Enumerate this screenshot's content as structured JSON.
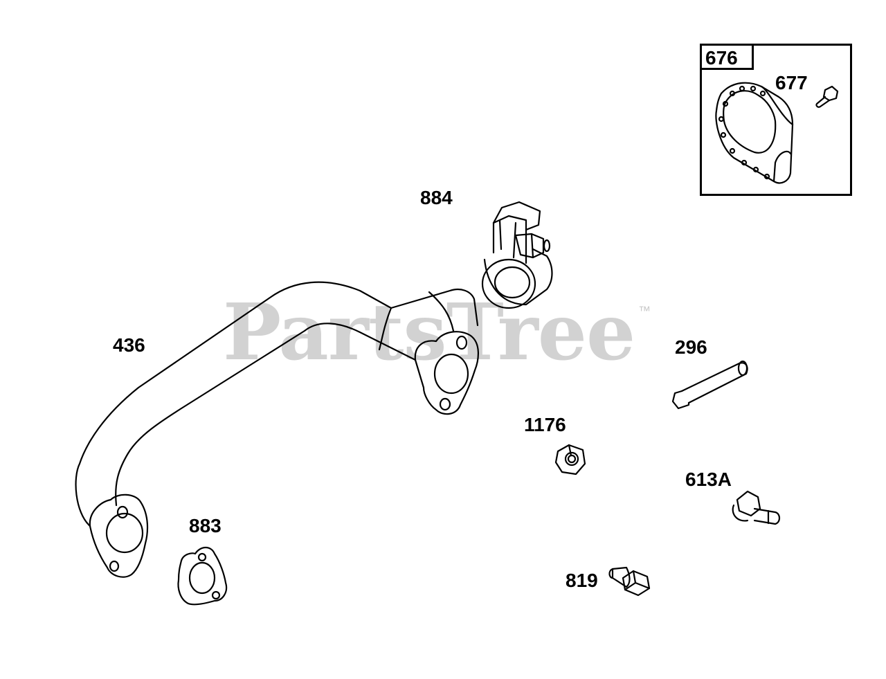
{
  "watermark": {
    "text": "PartsTree",
    "trademark": "™"
  },
  "kit": {
    "number": "676"
  },
  "parts": [
    {
      "id": "436",
      "name": "exhaust-pipe"
    },
    {
      "id": "883",
      "name": "gasket"
    },
    {
      "id": "884",
      "name": "clamp"
    },
    {
      "id": "296",
      "name": "stud"
    },
    {
      "id": "1176",
      "name": "nut"
    },
    {
      "id": "613A",
      "name": "bolt"
    },
    {
      "id": "819",
      "name": "screw"
    },
    {
      "id": "677",
      "name": "screw-small"
    }
  ],
  "colors": {
    "line": "#000000",
    "watermark": "#d2d2d2"
  }
}
